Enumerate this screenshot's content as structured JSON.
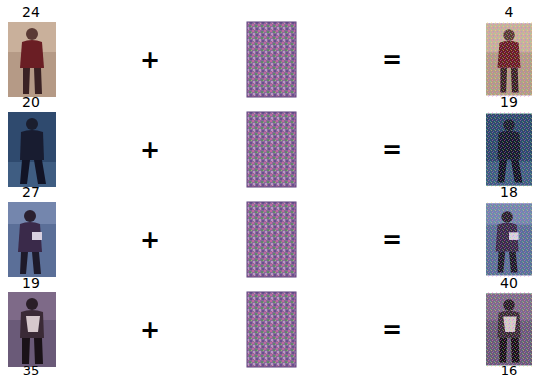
{
  "diagram": {
    "labels": [
      "24",
      "4",
      "+",
      "=",
      "20",
      "19",
      "+",
      "=",
      "27",
      "18",
      "+",
      "=",
      "19",
      "40",
      "+",
      "=",
      "35",
      "16"
    ]
  }
}
